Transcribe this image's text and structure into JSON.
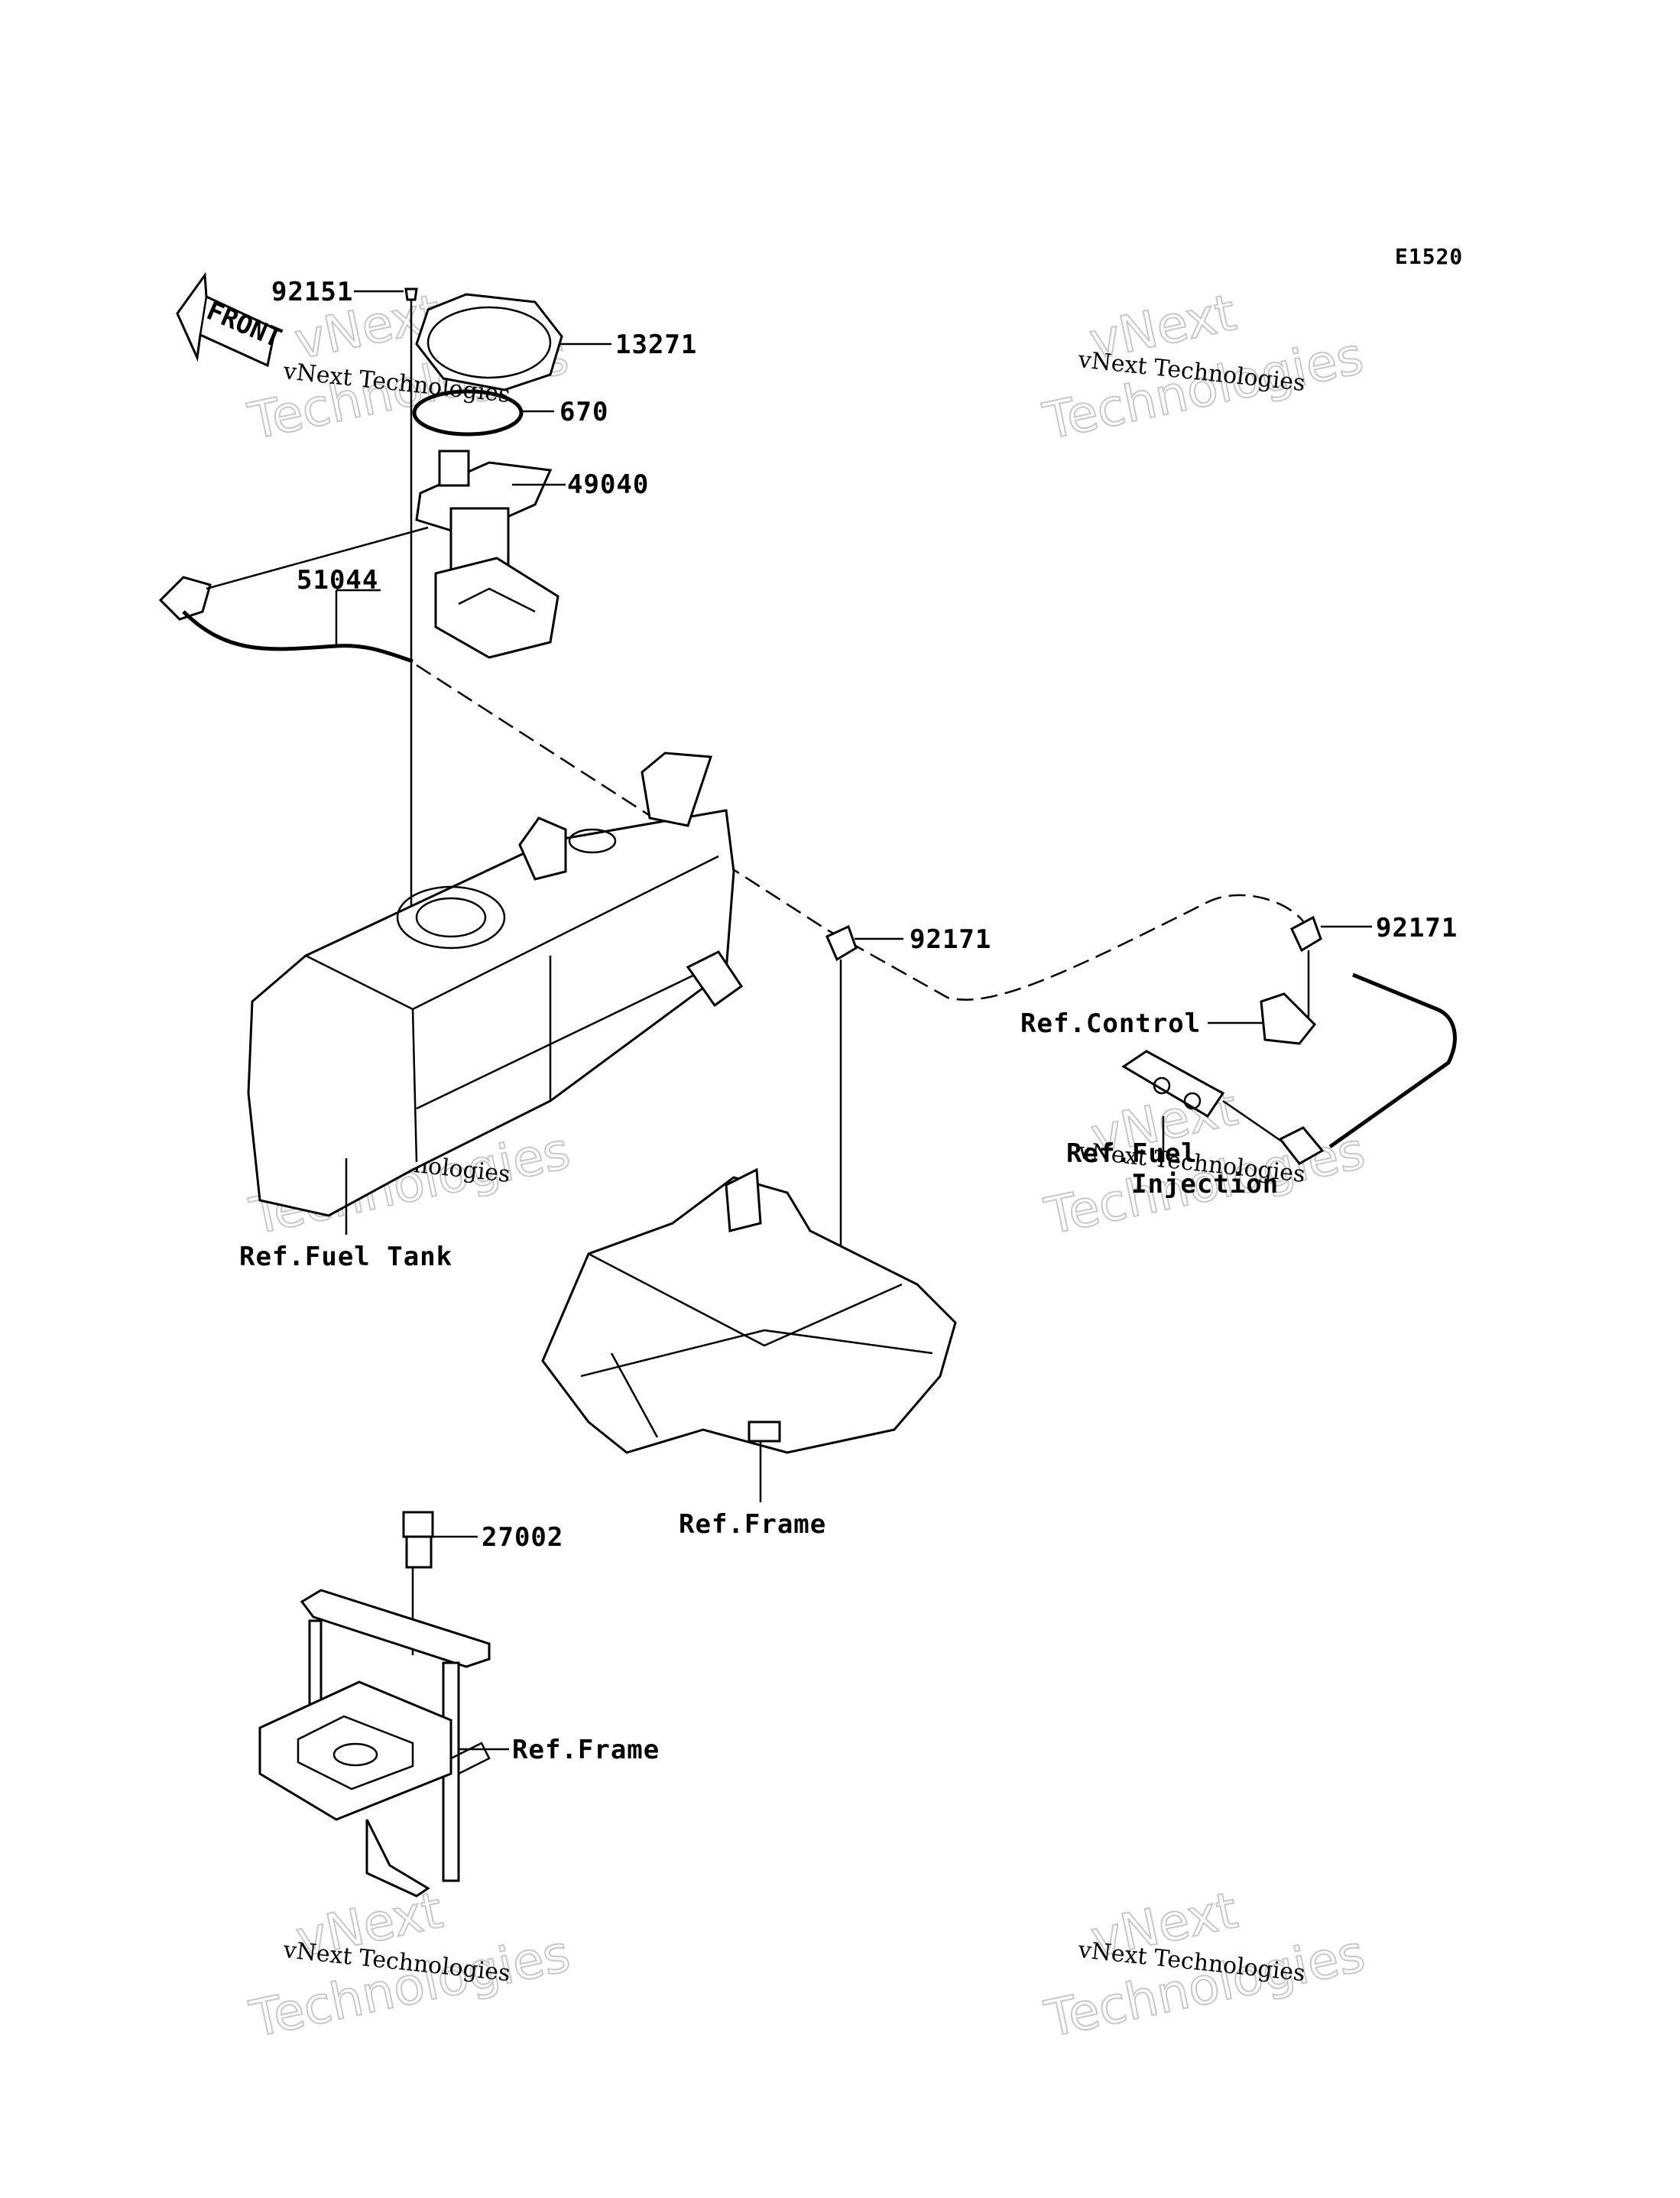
{
  "diagram_code": "E1520",
  "front_label": "FRONT",
  "parts": {
    "p92151": "92151",
    "p13271": "13271",
    "p670": "670",
    "p49040": "49040",
    "p51044": "51044",
    "p92171_a": "92171",
    "p92171_b": "92171",
    "p27002": "27002"
  },
  "refs": {
    "control": "Ref.Control",
    "fuel_injection_1": "Ref.Fuel",
    "fuel_injection_2": "Injection",
    "fuel_tank": "Ref.Fuel Tank",
    "frame_1": "Ref.Frame",
    "frame_2": "Ref.Frame"
  },
  "watermark": {
    "line1": "vNext",
    "line2": "Technologies",
    "caption": "vNext Technologies"
  }
}
